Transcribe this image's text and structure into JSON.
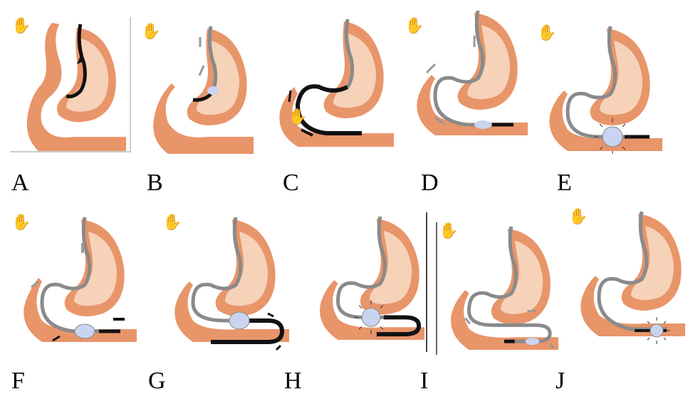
{
  "panels": [
    {
      "label": "A"
    },
    {
      "label": "B"
    },
    {
      "label": "C"
    },
    {
      "label": "D"
    },
    {
      "label": "E"
    },
    {
      "label": "F"
    },
    {
      "label": "G"
    },
    {
      "label": "H"
    },
    {
      "label": "I"
    },
    {
      "label": "J"
    }
  ],
  "colors": {
    "stomach_outer": "#e8956a",
    "stomach_inner": "#f6d2b8",
    "stomach_rim": "#fbe8da",
    "scope_active": "#111111",
    "scope_grey": "#8a8a8a",
    "balloon": "#c9d4f0",
    "arrow_grey": "#999999"
  },
  "icons": [
    "hand-icon",
    "arrow-icon",
    "balloon-icon"
  ]
}
